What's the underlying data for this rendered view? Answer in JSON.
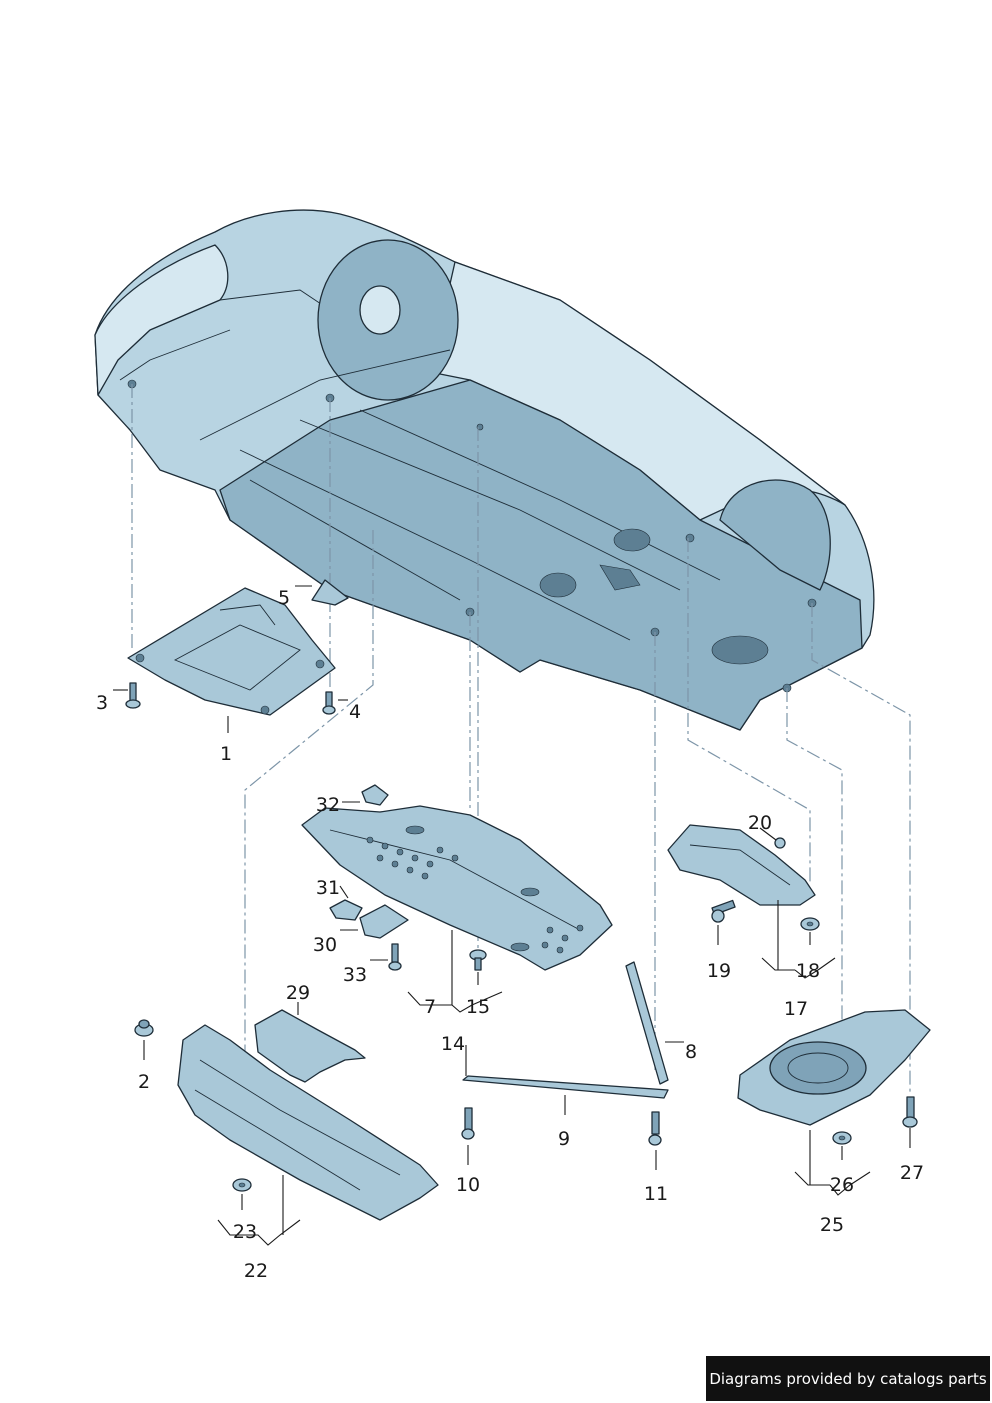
{
  "callouts": [
    {
      "label": "1"
    },
    {
      "label": "2"
    },
    {
      "label": "3"
    },
    {
      "label": "4"
    },
    {
      "label": "5"
    },
    {
      "label": "7"
    },
    {
      "label": "8"
    },
    {
      "label": "9"
    },
    {
      "label": "10"
    },
    {
      "label": "11"
    },
    {
      "label": "14"
    },
    {
      "label": "15"
    },
    {
      "label": "17"
    },
    {
      "label": "18"
    },
    {
      "label": "19"
    },
    {
      "label": "20"
    },
    {
      "label": "22"
    },
    {
      "label": "23"
    },
    {
      "label": "25"
    },
    {
      "label": "26"
    },
    {
      "label": "27"
    },
    {
      "label": "29"
    },
    {
      "label": "30"
    },
    {
      "label": "31"
    },
    {
      "label": "32"
    },
    {
      "label": "33"
    }
  ],
  "credit": "Diagrams provided by catalogs parts",
  "colors": {
    "body": "#b8d4e2",
    "outline": "#1e2d38",
    "dash_line": "#7d95a8",
    "credit_bg": "#111111"
  }
}
